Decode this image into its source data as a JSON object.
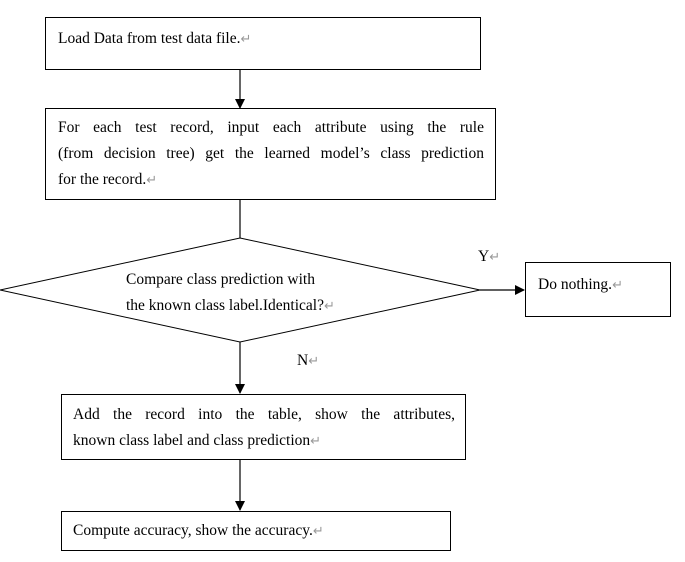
{
  "flowchart": {
    "load_data": "Load Data from test data file.",
    "predict": [
      "For each test record, input each attribute using the rule",
      "(from decision tree) get the learned model’s class prediction",
      "for the record."
    ],
    "compare": [
      "Compare class prediction with",
      "the known class label.Identical?"
    ],
    "yes_label": "Y",
    "no_label": "N",
    "do_nothing": "Do nothing.",
    "add_record": [
      "Add the record into the table, show the attributes,",
      "known class label and class prediction"
    ],
    "compute_accuracy": "Compute accuracy, show the accuracy.",
    "paragraph_mark": "↵"
  }
}
